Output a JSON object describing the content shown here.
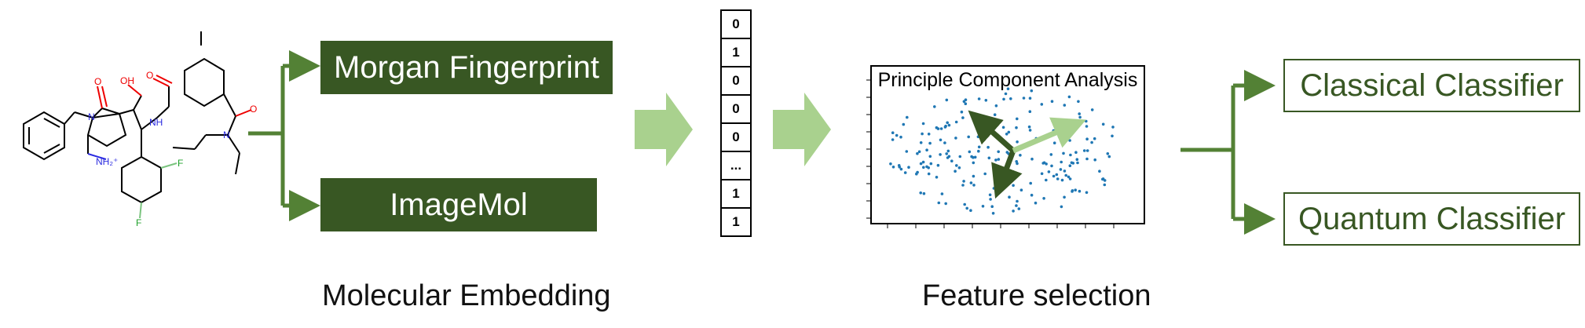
{
  "colors": {
    "dark_green": "#385723",
    "mid_green": "#538135",
    "light_green": "#a9d18e",
    "dot_blue": "#1f77b4"
  },
  "embedding_methods": [
    "Morgan Fingerprint",
    "ImageMol"
  ],
  "vector_values": [
    "0",
    "1",
    "0",
    "0",
    "0",
    "...",
    "1",
    "1"
  ],
  "pca_title": "Principle Component Analysis",
  "classifiers": [
    "Classical Classifier",
    "Quantum Classifier"
  ],
  "captions": {
    "embedding": "Molecular Embedding",
    "feature": "Feature selection"
  },
  "molecule_atoms": {
    "o_top": "O",
    "oh": "OH",
    "o_amide1": "O",
    "o_amide2": "O",
    "n_ring": "N",
    "nh": "NH",
    "n_amide": "N",
    "nh2": "NH₂⁺",
    "f1": "F",
    "f2": "F"
  }
}
